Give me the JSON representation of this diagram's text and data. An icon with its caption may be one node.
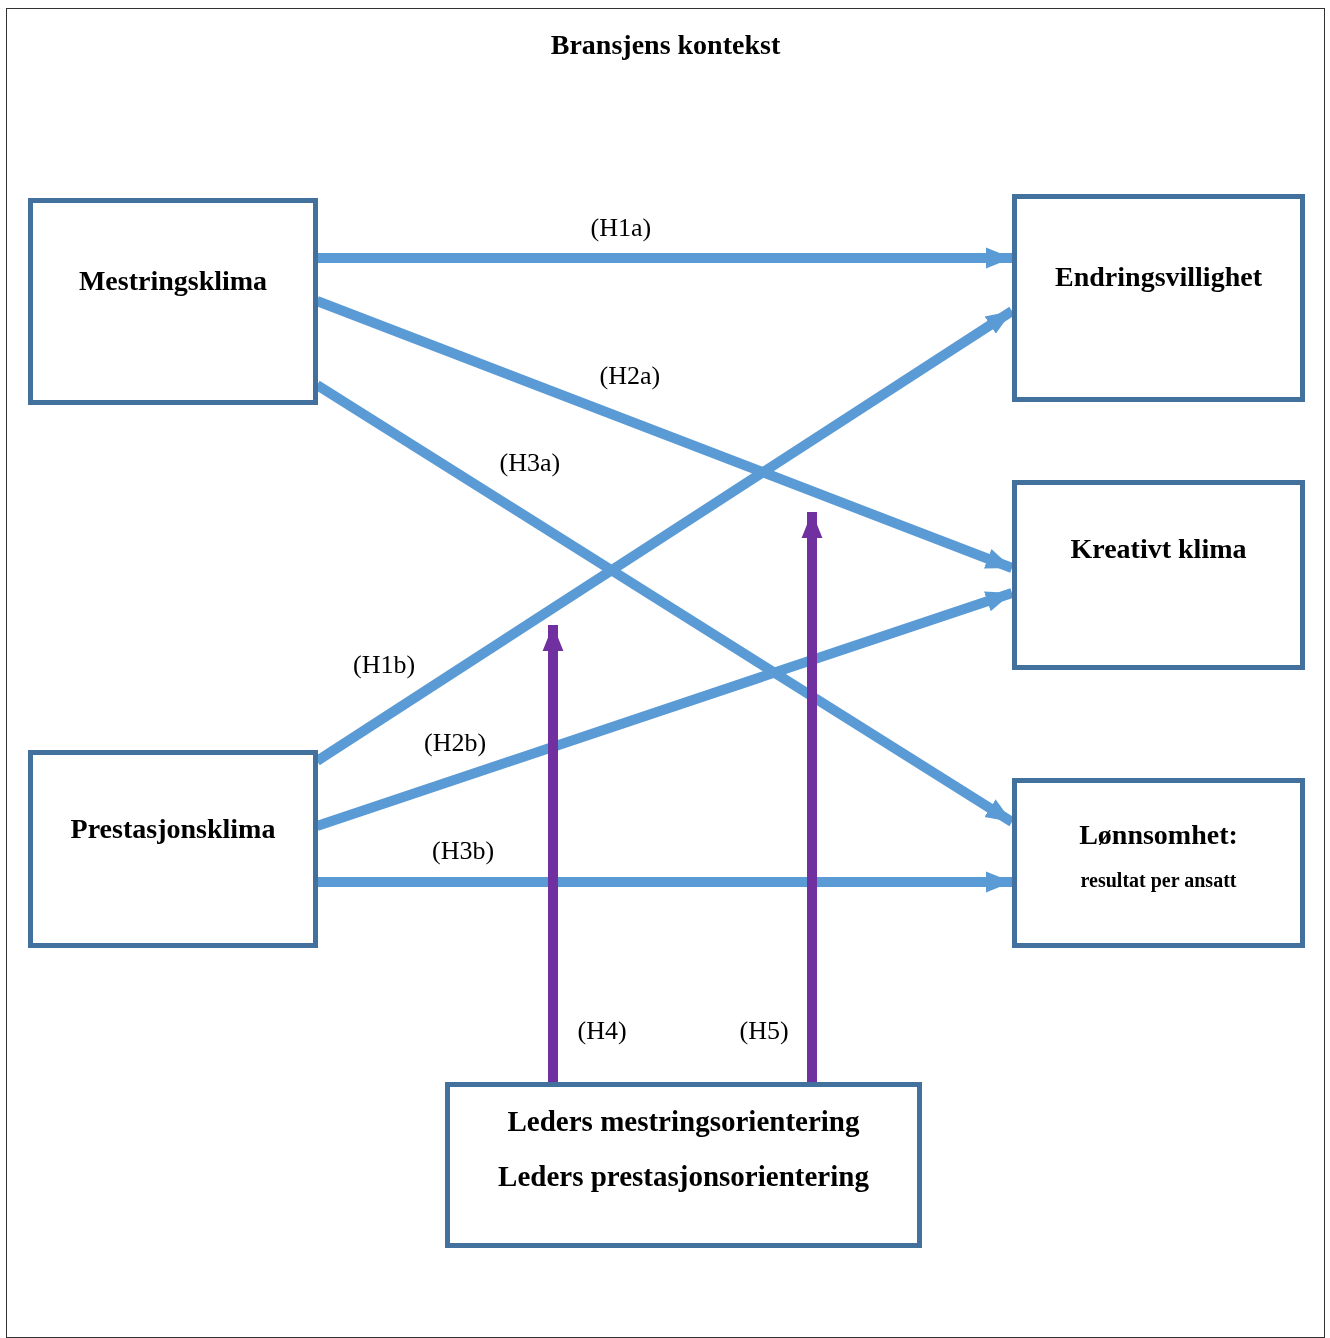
{
  "diagram": {
    "nodes": [
      {
        "text": [
          "Bransjens kontekst"
        ]
      },
      {
        "text": [
          "Mestringsklima"
        ],
        "in": 0
      },
      {
        "text": [
          "Prestasjonsklima"
        ],
        "in": 0
      },
      {
        "text": [
          "Endringsvillighet"
        ],
        "in": 0
      },
      {
        "text": [
          "Kreativt klima"
        ],
        "in": 0
      },
      {
        "text": [
          "Lønnsomhet:",
          "resultat per ansatt"
        ],
        "in": 0
      },
      {
        "text": [
          "Leders mestringsorientering",
          "Leders prestasjonsorientering"
        ],
        "in": 0
      }
    ],
    "edges": [
      {
        "from": 1,
        "to": 3,
        "arrow": "to",
        "label": "(H1a)"
      },
      {
        "from": 1,
        "to": 4,
        "arrow": "to",
        "label": "(H2a)"
      },
      {
        "from": 1,
        "to": 5,
        "arrow": "to",
        "label": "(H3a)"
      },
      {
        "from": 2,
        "to": 3,
        "arrow": "to",
        "label": "(H1b)"
      },
      {
        "from": 2,
        "to": 4,
        "arrow": "to",
        "label": "(H2b)"
      },
      {
        "from": 2,
        "to": 5,
        "arrow": "to",
        "label": "(H3b)"
      },
      {
        "from": 6,
        "to": null,
        "arrow": "to",
        "label": "(H4)",
        "color": "#7030a0"
      },
      {
        "from": 6,
        "to": null,
        "arrow": "to",
        "label": "(H5)",
        "color": "#7030a0"
      }
    ]
  }
}
